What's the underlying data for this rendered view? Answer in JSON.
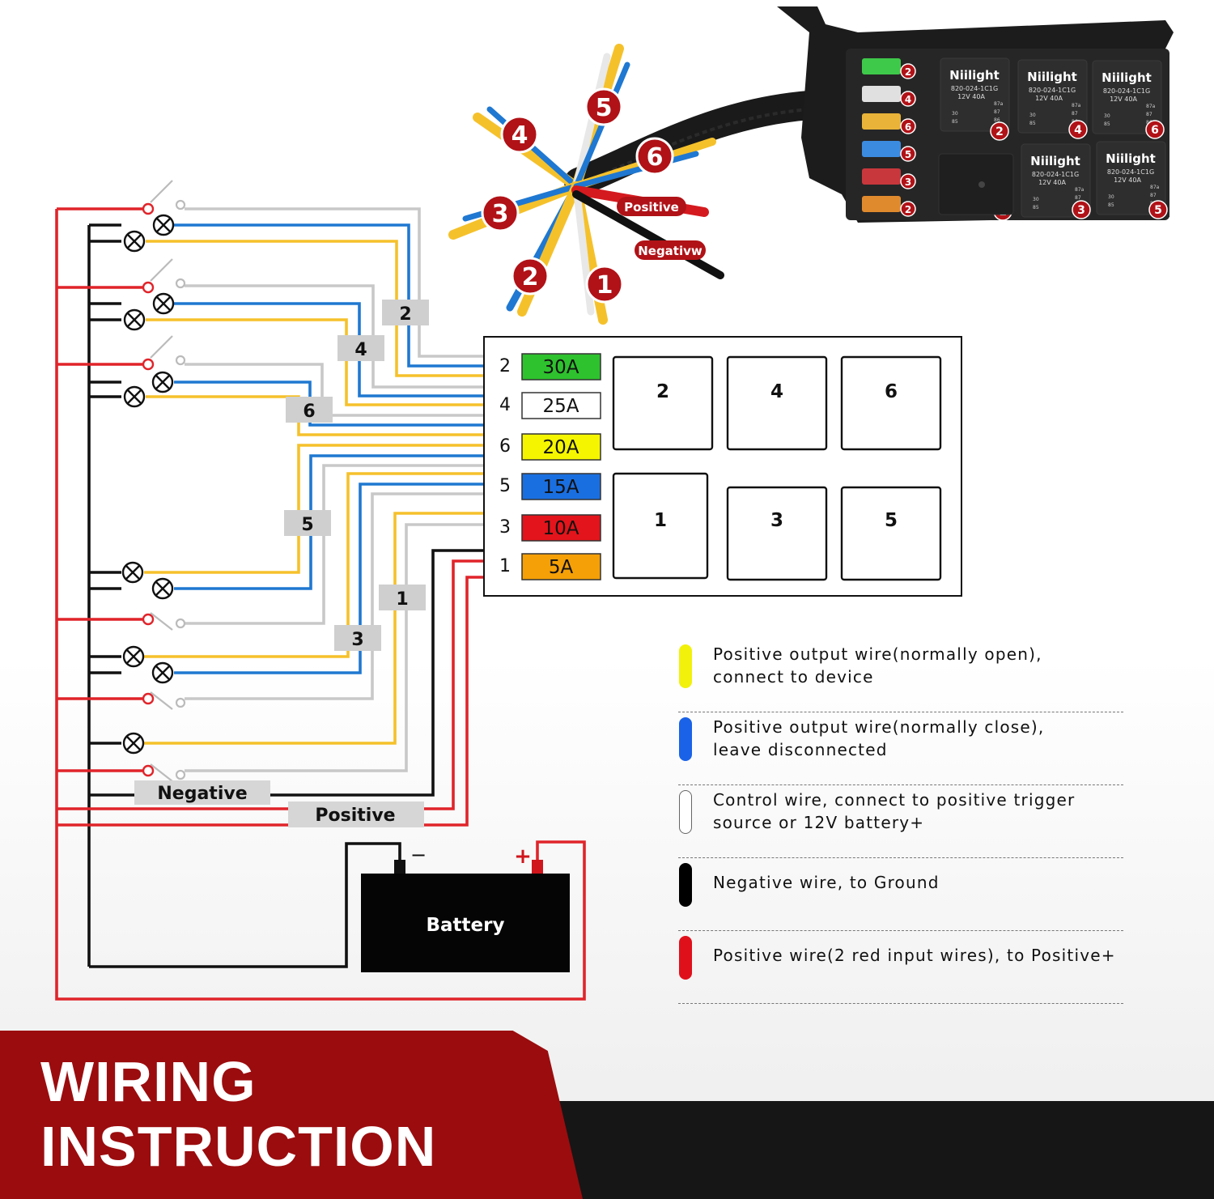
{
  "page": {
    "title_line1": "WIRING",
    "title_line2": "INSTRUCTION",
    "colors": {
      "banner_red": "#9b0c0e",
      "banner_dark": "#161616",
      "wire_yellow": "#f5c12b",
      "wire_blue": "#1f78d1",
      "wire_white": "#c8c8c8",
      "wire_black": "#111111",
      "wire_red": "#e0242a"
    }
  },
  "product_photo": {
    "brand": "Niilight",
    "relay_part": "820-024-1C1G",
    "relay_rating": "12V 40A",
    "relay_pins": [
      "87a",
      "87",
      "30",
      "85",
      "86"
    ],
    "harness_bundle_numbers": [
      "5",
      "4",
      "6",
      "3",
      "2",
      "1"
    ],
    "harness_positive_tag": "Positive",
    "harness_negative_tag": "Negativw",
    "fuse_number_badges": [
      "2",
      "4",
      "6",
      "5",
      "3",
      "2"
    ],
    "relay_number_badges": [
      "2",
      "4",
      "6",
      "1",
      "3",
      "5"
    ]
  },
  "fuse_box": {
    "fuses": [
      {
        "number": "2",
        "rating": "30A",
        "color": "#2ec22e"
      },
      {
        "number": "4",
        "rating": "25A",
        "color": "#ffffff"
      },
      {
        "number": "6",
        "rating": "20A",
        "color": "#f5f500"
      },
      {
        "number": "5",
        "rating": "15A",
        "color": "#1a6fe0"
      },
      {
        "number": "3",
        "rating": "10A",
        "color": "#e3141b"
      },
      {
        "number": "1",
        "rating": "5A",
        "color": "#f5a007"
      }
    ],
    "relays_top": [
      "2",
      "4",
      "6"
    ],
    "relays_bottom": [
      "1",
      "3",
      "5"
    ]
  },
  "diagram": {
    "circuit_tags": [
      "2",
      "4",
      "6",
      "5",
      "1",
      "3"
    ],
    "negative_label": "Negative",
    "positive_label": "Positive",
    "battery_label": "Battery",
    "battery_minus": "−",
    "battery_plus": "+"
  },
  "legend": [
    {
      "color": "#f1f10c",
      "border": "#f1f10c",
      "line1": "Positive output wire(normally open),",
      "line2": "connect to device"
    },
    {
      "color": "#1a63e8",
      "border": "#1a63e8",
      "line1": "Positive output wire(normally close),",
      "line2": "leave disconnected"
    },
    {
      "color": "#ffffff",
      "border": "#666666",
      "line1": "Control wire, connect to positive trigger",
      "line2": "source or 12V battery+"
    },
    {
      "color": "#000000",
      "border": "#000000",
      "line1": "Negative wire, to Ground",
      "line2": ""
    },
    {
      "color": "#e0101b",
      "border": "#e0101b",
      "line1": "Positive wire(2 red input wires), to Positive+",
      "line2": ""
    }
  ]
}
